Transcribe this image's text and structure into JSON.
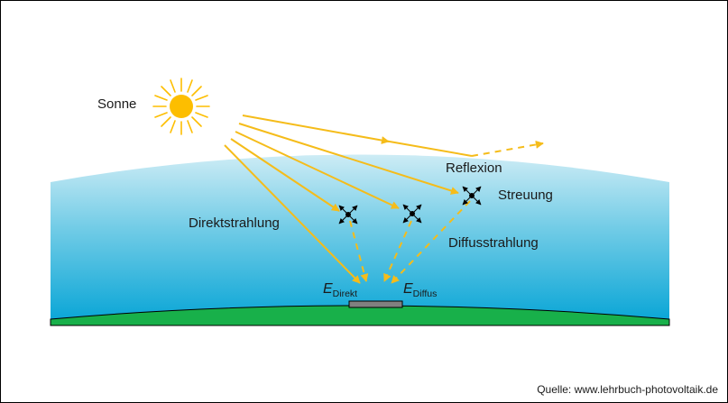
{
  "labels": {
    "sun": "Sonne",
    "reflection": "Reflexion",
    "scattering": "Streuung",
    "direct_radiation": "Direktstrahlung",
    "diffuse_radiation": "Diffusstrahlung",
    "e_direct_symbol": "E",
    "e_direct_sub": "Direkt",
    "e_diffuse_symbol": "E",
    "e_diffuse_sub": "Diffus"
  },
  "source": "Quelle: www.lehrbuch-photovoltaik.de",
  "colors": {
    "sun": "#FDBE00",
    "rays": "#F5BC1A",
    "sky_top": "#C8EAF3",
    "sky_bottom": "#0BA8D8",
    "ground": "#18B04A",
    "panel": "#808080",
    "scatter_mark": "#000000"
  },
  "icons": [
    "sun-icon",
    "scatter-point-icon",
    "solar-module-icon"
  ]
}
